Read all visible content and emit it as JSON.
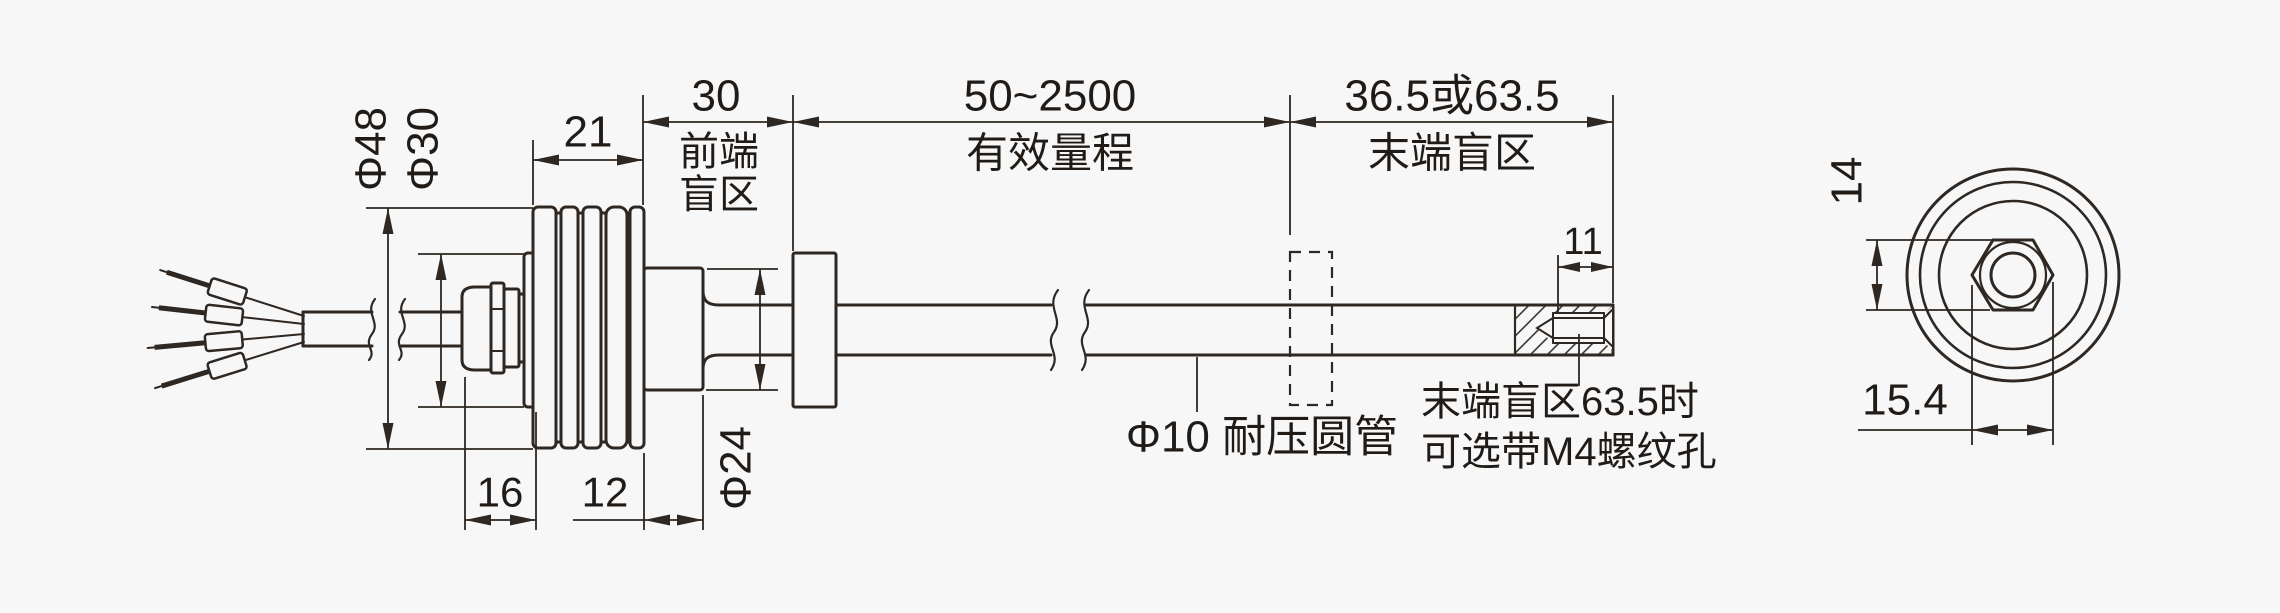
{
  "colors": {
    "background": "#f7f7f7",
    "line": "#2e2722",
    "text": "#201b17"
  },
  "side_view": {
    "dimensions": {
      "housing_diameter": "Φ48",
      "collar_diameter": "Φ30",
      "housing_length": "21",
      "front_blind_value": "30",
      "front_blind_name_line1": "前端",
      "front_blind_name_line2": "盲区",
      "effective_range_value": "50~2500",
      "effective_range_name": "有效量程",
      "end_blind_value": "36.5或63.5",
      "end_blind_name": "末端盲区",
      "gland_length": "16",
      "step_length": "12",
      "step_diameter": "Φ24",
      "thread_depth": "11"
    },
    "annotations": {
      "tube_label": "Φ10 耐压圆管",
      "end_option_line1": "末端盲区63.5时",
      "end_option_line2": "可选带M4螺纹孔"
    }
  },
  "end_view": {
    "dimensions": {
      "nut_across_flats": "14",
      "nut_width": "15.4"
    }
  }
}
